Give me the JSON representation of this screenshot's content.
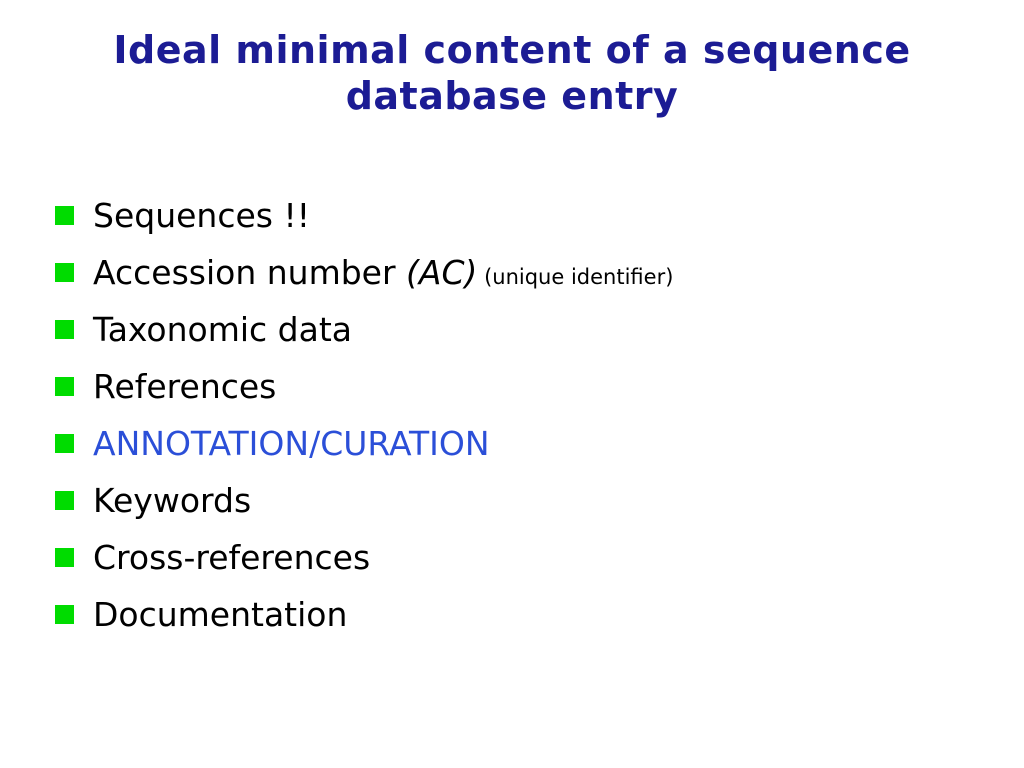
{
  "slide": {
    "title_line1": "Ideal minimal content of a sequence",
    "title_line2": "database entry",
    "title_color": "#1c1c94",
    "bullet_color": "#00dc00",
    "bullet_icon": "green-square",
    "items": [
      {
        "text": "Sequences !!"
      },
      {
        "text": "Accession number ",
        "text_italic": "(AC)",
        "text_small": " (unique identifier)"
      },
      {
        "text": "Taxonomic data"
      },
      {
        "text": "References"
      },
      {
        "text": "ANNOTATION/CURATION",
        "color": "#2b4fd8"
      },
      {
        "text": "Keywords"
      },
      {
        "text": "Cross-references"
      },
      {
        "text": "Documentation"
      }
    ]
  }
}
